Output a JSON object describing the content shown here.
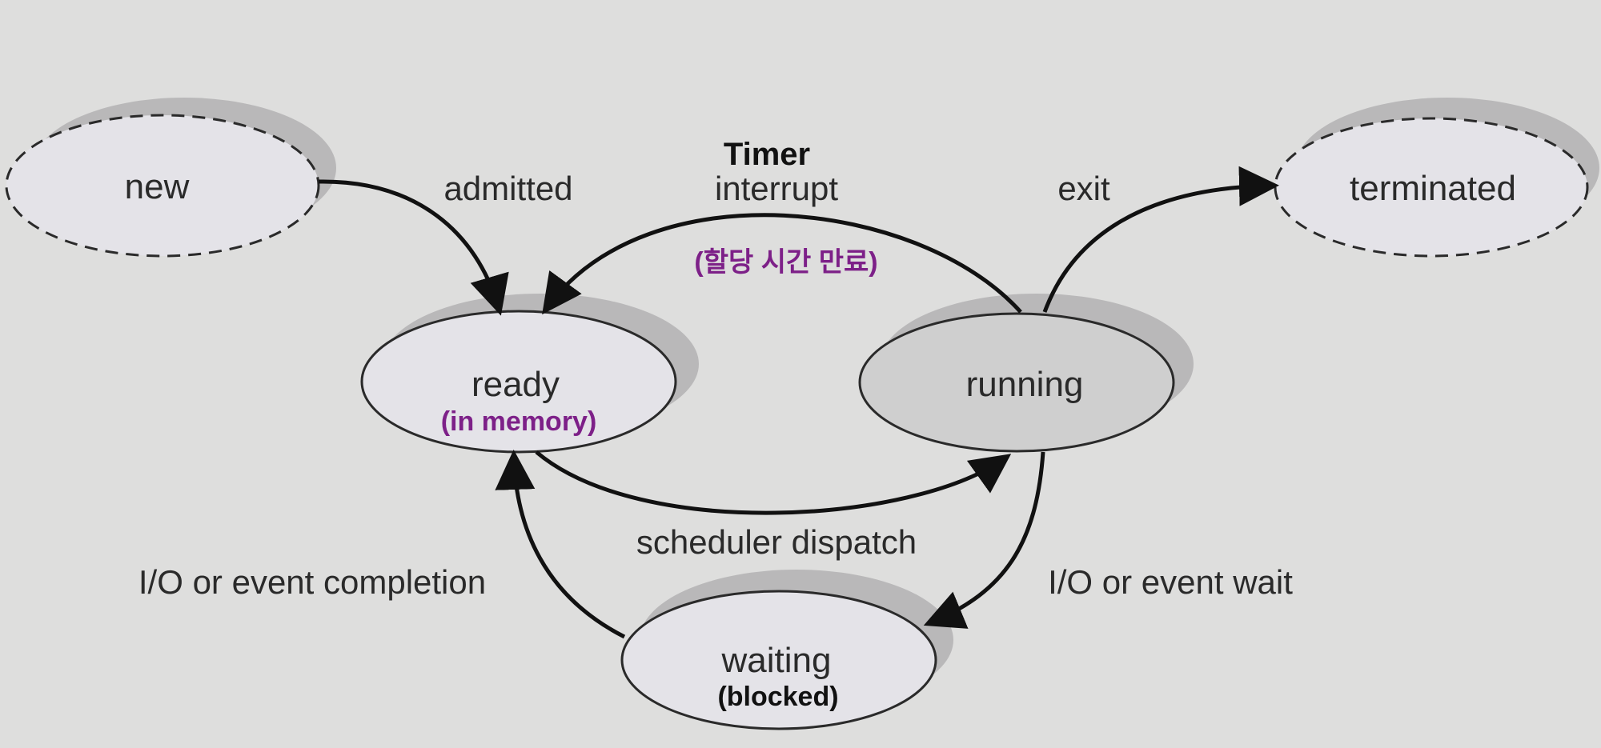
{
  "diagram": {
    "states": {
      "new": "new",
      "terminated": "terminated",
      "ready": "ready",
      "ready_note": "(in memory)",
      "running": "running",
      "waiting": "waiting",
      "waiting_note": "(blocked)"
    },
    "transitions": {
      "admitted": "admitted",
      "timer_title": "Timer",
      "timer_interrupt": "interrupt",
      "timer_note": "(할당 시간 만료)",
      "exit": "exit",
      "scheduler_dispatch": "scheduler dispatch",
      "io_event_completion": "I/O or event completion",
      "io_event_wait": "I/O or event wait"
    },
    "colors": {
      "background": "#dededd",
      "light_state_fill": "#e4e3e8",
      "running_fill": "#cfcfcf",
      "shadow": "#b9b8b9",
      "note_purple": "#7d2088",
      "arrow": "#111111"
    }
  }
}
